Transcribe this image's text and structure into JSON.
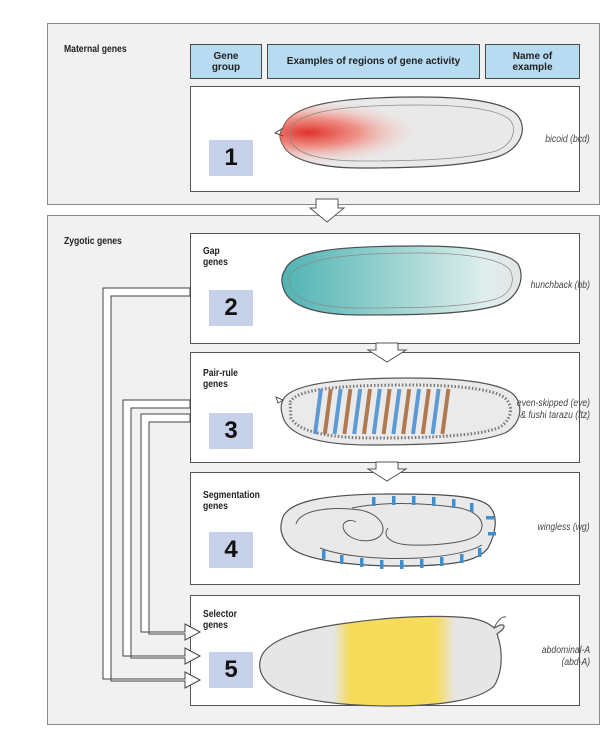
{
  "maternal": {
    "title": "Maternal genes",
    "headers": {
      "gene_group": "Gene\ngroup",
      "regions": "Examples of regions of gene activity",
      "example": "Name of\nexample"
    },
    "rows": [
      {
        "number": "1",
        "example": "bicoid (bcd)"
      }
    ]
  },
  "zygotic": {
    "title": "Zygotic genes",
    "rows": [
      {
        "number": "2",
        "group": "Gap\ngenes",
        "example": "hunchback (hb)"
      },
      {
        "number": "3",
        "group": "Pair-rule\ngenes",
        "example": "even-skipped (eve)\n& fushi tarazu (ftz)"
      },
      {
        "number": "4",
        "group": "Segmentation\ngenes",
        "example": "wingless (wg)"
      },
      {
        "number": "5",
        "group": "Selector\ngenes",
        "example": "abdominal-A\n(abd-A)"
      }
    ]
  },
  "colors": {
    "bicoid": "#e0302a",
    "hunchback": "#4fb3b3",
    "eve": "#5b9bd5",
    "ftz": "#b07a50",
    "wingless": "#3f8fcf",
    "abdA": "#f7db5a",
    "number_box": "#c7d2ea",
    "header": "#b7dbf1"
  }
}
